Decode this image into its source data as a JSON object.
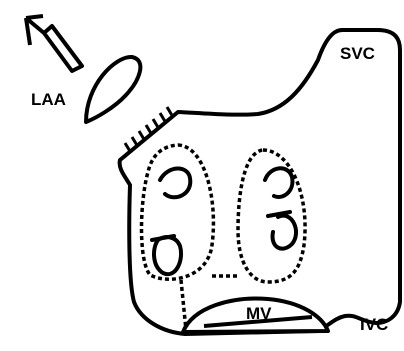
{
  "diagram": {
    "labels": {
      "laa": "LAA",
      "svc": "SVC",
      "mv": "MV",
      "ivc": "IVC"
    },
    "colors": {
      "stroke": "#000000",
      "fill": "#ffffff"
    }
  }
}
